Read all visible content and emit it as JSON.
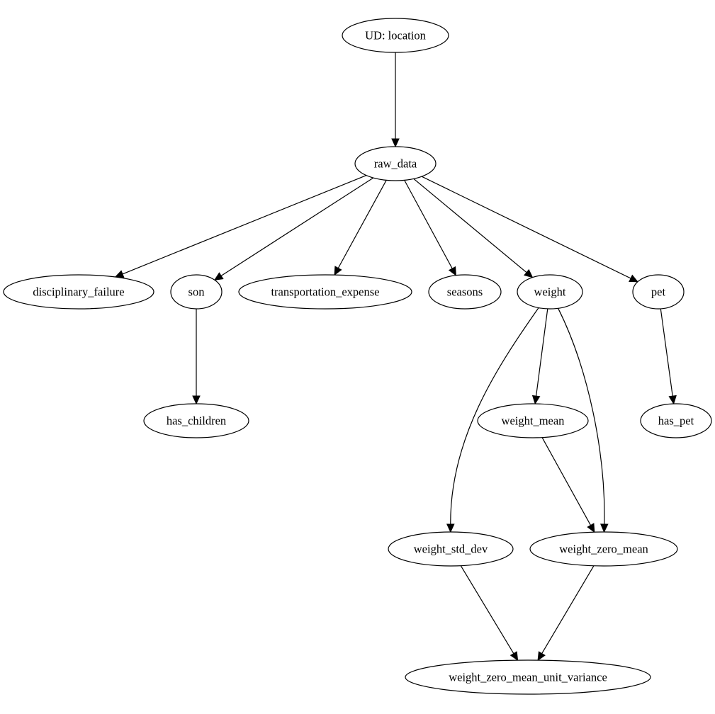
{
  "diagram": {
    "type": "directed-graph",
    "colors": {
      "stroke": "#000000",
      "fill": "#ffffff",
      "text": "#000000"
    },
    "nodes": [
      {
        "id": "ud_location",
        "label": "UD: location"
      },
      {
        "id": "raw_data",
        "label": "raw_data"
      },
      {
        "id": "disciplinary_failure",
        "label": "disciplinary_failure"
      },
      {
        "id": "son",
        "label": "son"
      },
      {
        "id": "transportation_expense",
        "label": "transportation_expense"
      },
      {
        "id": "seasons",
        "label": "seasons"
      },
      {
        "id": "weight",
        "label": "weight"
      },
      {
        "id": "pet",
        "label": "pet"
      },
      {
        "id": "has_children",
        "label": "has_children"
      },
      {
        "id": "weight_mean",
        "label": "weight_mean"
      },
      {
        "id": "has_pet",
        "label": "has_pet"
      },
      {
        "id": "weight_std_dev",
        "label": "weight_std_dev"
      },
      {
        "id": "weight_zero_mean",
        "label": "weight_zero_mean"
      },
      {
        "id": "weight_zero_mean_unit_variance",
        "label": "weight_zero_mean_unit_variance"
      }
    ],
    "edges": [
      {
        "from": "ud_location",
        "to": "raw_data"
      },
      {
        "from": "raw_data",
        "to": "disciplinary_failure"
      },
      {
        "from": "raw_data",
        "to": "son"
      },
      {
        "from": "raw_data",
        "to": "transportation_expense"
      },
      {
        "from": "raw_data",
        "to": "seasons"
      },
      {
        "from": "raw_data",
        "to": "weight"
      },
      {
        "from": "raw_data",
        "to": "pet"
      },
      {
        "from": "son",
        "to": "has_children"
      },
      {
        "from": "weight",
        "to": "weight_std_dev"
      },
      {
        "from": "weight",
        "to": "weight_mean"
      },
      {
        "from": "weight",
        "to": "weight_zero_mean"
      },
      {
        "from": "pet",
        "to": "has_pet"
      },
      {
        "from": "weight_mean",
        "to": "weight_zero_mean"
      },
      {
        "from": "weight_std_dev",
        "to": "weight_zero_mean_unit_variance"
      },
      {
        "from": "weight_zero_mean",
        "to": "weight_zero_mean_unit_variance"
      }
    ]
  }
}
